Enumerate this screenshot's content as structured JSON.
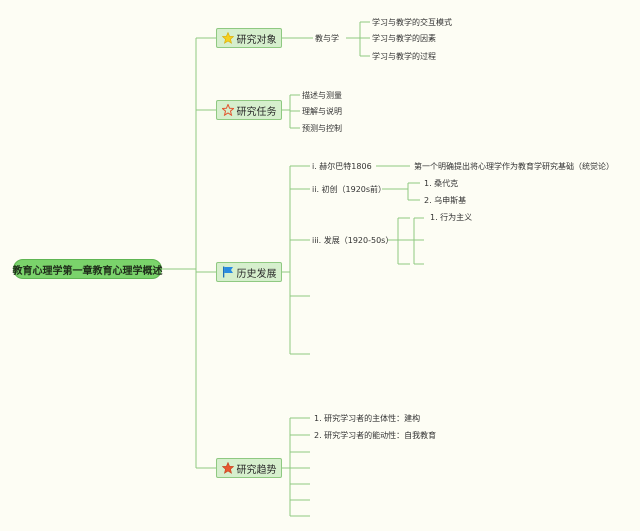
{
  "root": {
    "label": "教育心理学第一章教育心理学概述"
  },
  "branches": [
    {
      "label": "研究对象",
      "icon": "yellow-star-icon",
      "children": [
        {
          "label": "教与学"
        },
        {
          "label": "学习与教学的交互模式"
        },
        {
          "label": "学习与教学的因素"
        },
        {
          "label": "学习与教学的过程"
        }
      ]
    },
    {
      "label": "研究任务",
      "icon": "outline-star-icon",
      "children": [
        {
          "label": "描述与测量"
        },
        {
          "label": "理解与说明"
        },
        {
          "label": "预测与控制"
        }
      ]
    },
    {
      "label": "历史发展",
      "icon": "blue-flag-icon",
      "children": [
        {
          "label": "i. 赫尔巴特1806"
        },
        {
          "label": "第一个明确提出将心理学作为教育学研究基础（统觉论）"
        },
        {
          "label": "ii. 初创（1920s前）"
        },
        {
          "label": "1. 桑代克"
        },
        {
          "label": "2. 乌申斯基"
        },
        {
          "label": "iii. 发展（1920-50s）"
        },
        {
          "label": "1. 行为主义"
        }
      ]
    },
    {
      "label": "研究趋势",
      "icon": "red-star-icon",
      "children": [
        {
          "label": "1. 研究学习者的主体性：建构"
        },
        {
          "label": "2. 研究学习者的能动性：自我教育"
        }
      ]
    }
  ],
  "colors": {
    "background": "#fdfdf4",
    "root_fill": "#7ad36b",
    "branch_fill": "#d6efcd",
    "connector": "#8fc981"
  }
}
